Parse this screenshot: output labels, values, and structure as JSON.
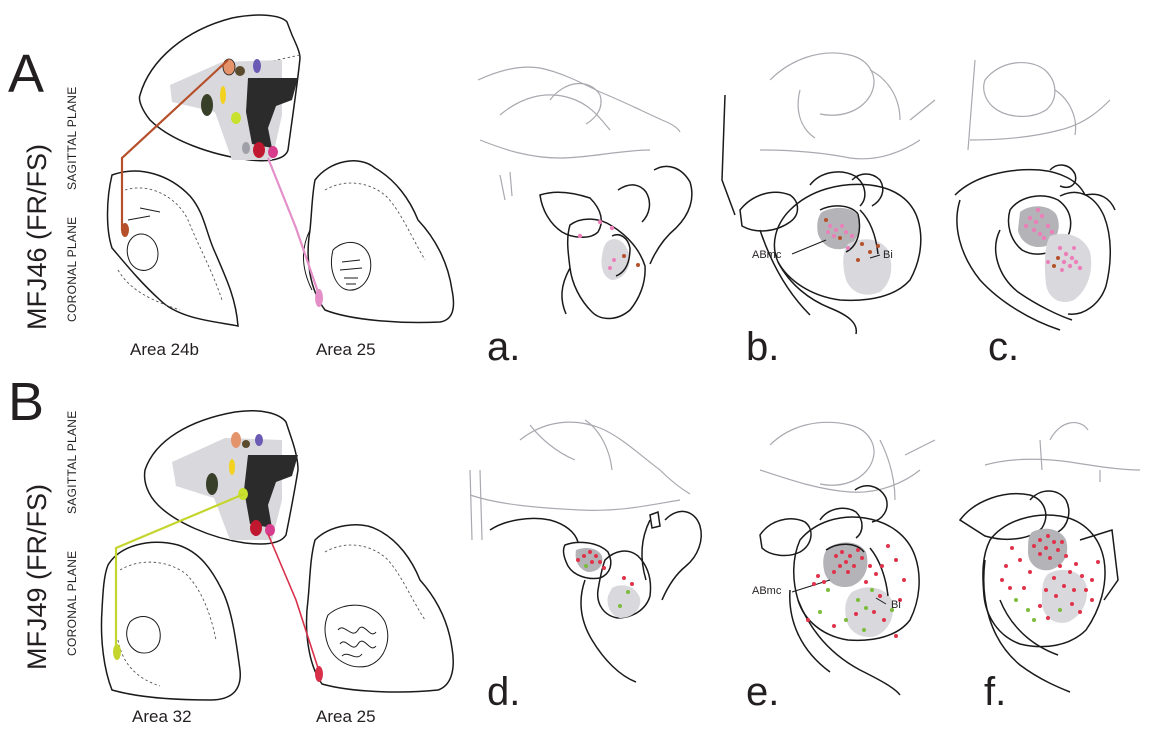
{
  "panels": [
    {
      "letter": "A",
      "case": "MFJ46 (FR/FS)",
      "sagittal": "SAGITTAL PLANE",
      "coronal": "CORONAL PLANE",
      "area_left": "Area 24b",
      "area_right": "Area 25",
      "sections": [
        "a.",
        "b.",
        "c."
      ],
      "nuclei": [
        "ABmc",
        "Bi"
      ]
    },
    {
      "letter": "B",
      "case": "MFJ49 (FR/FS)",
      "sagittal": "SAGITTAL PLANE",
      "coronal": "CORONAL PLANE",
      "area_left": "Area 32",
      "area_right": "Area 25",
      "sections": [
        "d.",
        "e.",
        "f."
      ],
      "nuclei": [
        "ABmc",
        "Bi"
      ]
    }
  ],
  "colors": {
    "area24b_brown": "#b5502a",
    "area25_pink": "#e58fc8",
    "area32_yellowgreen": "#c4d62e",
    "area25_red": "#d9304a",
    "label_green": "#7dbb3c",
    "label_red": "#e0334b",
    "label_pink": "#ec7fb9",
    "label_brown": "#b5502a",
    "amygdala_shade": "#d9d9dd"
  }
}
